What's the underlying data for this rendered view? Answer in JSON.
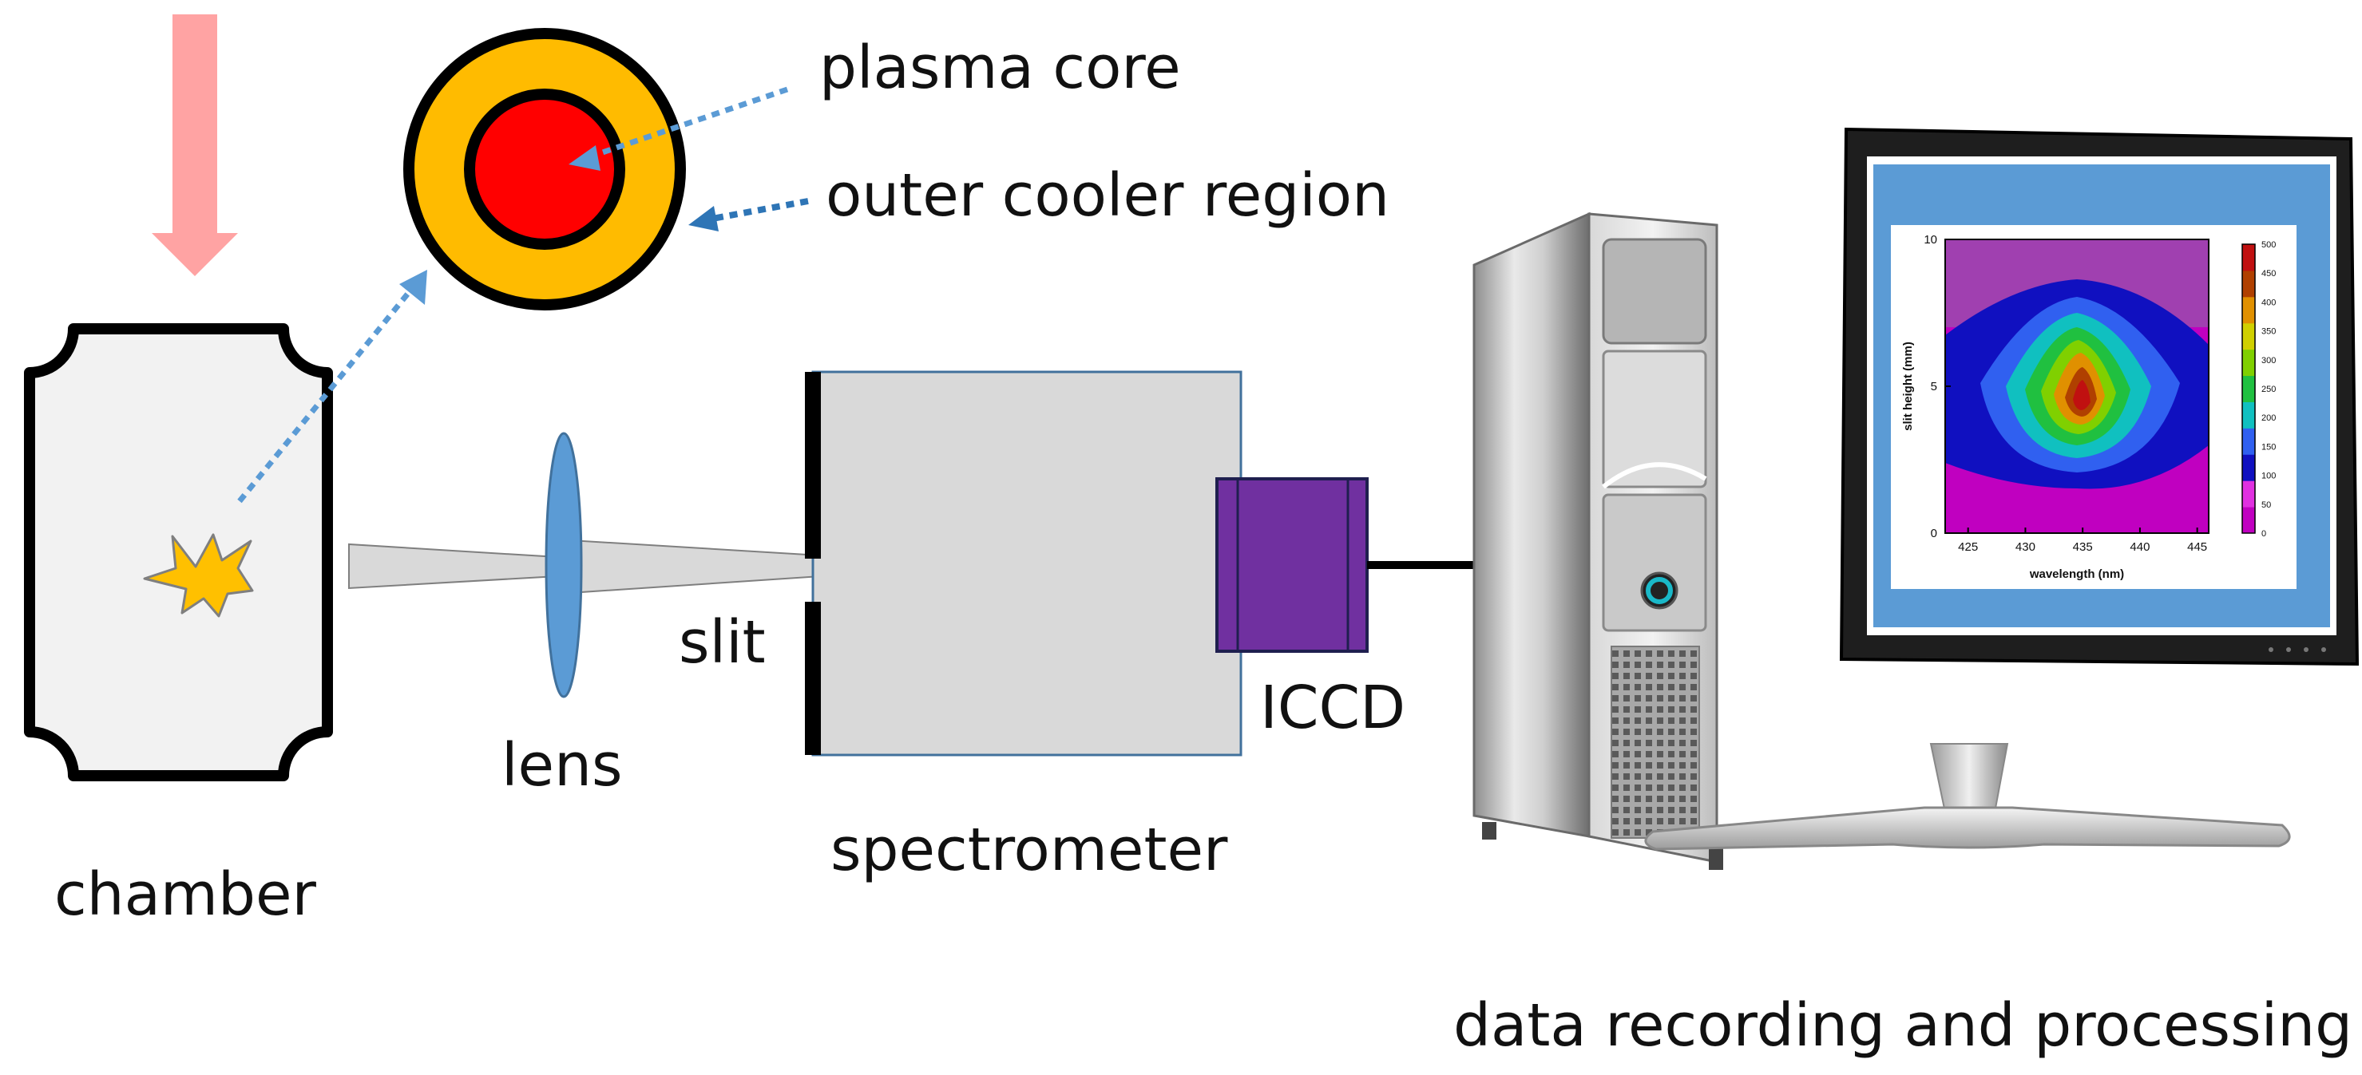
{
  "labels": {
    "plasma_core": "plasma core",
    "outer_cooler_region": "outer cooler region",
    "chamber": "chamber",
    "lens": "lens",
    "slit": "slit",
    "spectrometer": "spectrometer",
    "iccd": "ICCD",
    "data_processing": "data recording and processing"
  },
  "colors": {
    "laser_arrow": "#FFA3A3",
    "plasma_core": "#FF0000",
    "outer_region": "#FFBB00",
    "lens": "#5B9BD5",
    "spectrometer_body": "#D9D9D9",
    "iccd": "#7030A0",
    "dotted_arrow": "#5B9BD5",
    "monitor_frame": "#5B9BD5"
  },
  "icons": {
    "laser": "down-arrow-icon",
    "plasma": "starburst-icon",
    "computer": "tower-pc-icon",
    "monitor": "monitor-icon"
  },
  "chart_data": {
    "type": "heatmap",
    "xlabel": "wavelength (nm)",
    "ylabel": "slit height (mm)",
    "xlim": [
      423,
      446
    ],
    "ylim": [
      0,
      10
    ],
    "x_ticks": [
      "425",
      "430",
      "435",
      "440",
      "445"
    ],
    "y_ticks": [
      "0",
      "5",
      "10"
    ],
    "colorbar": {
      "min": 0,
      "max": 500,
      "ticks": [
        "0",
        "50",
        "100",
        "150",
        "200",
        "250",
        "300",
        "350",
        "400",
        "450",
        "500"
      ],
      "colors": [
        "#C000C0",
        "#E030E0",
        "#1010C0",
        "#3060F0",
        "#10C0C0",
        "#20C040",
        "#80D000",
        "#D0D000",
        "#E09000",
        "#B04000",
        "#C01010"
      ]
    },
    "peak": {
      "x": 434,
      "y": 4.2,
      "value": 480
    }
  }
}
